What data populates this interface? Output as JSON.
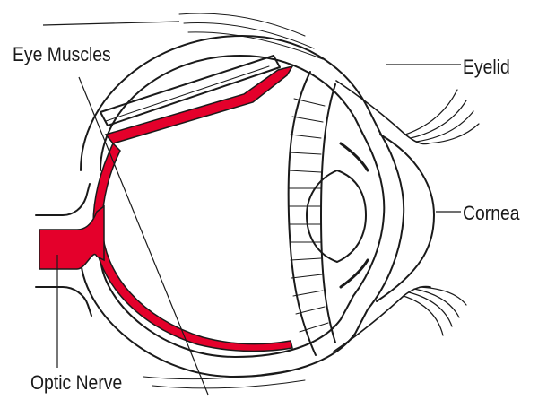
{
  "labels": {
    "eye_muscles": "Eye Muscles",
    "eyelid": "Eyelid",
    "cornea": "Cornea",
    "optic_nerve": "Optic Nerve"
  },
  "colors": {
    "retina": "#e4002b",
    "outline": "#1a1a1a",
    "background": "#ffffff"
  }
}
